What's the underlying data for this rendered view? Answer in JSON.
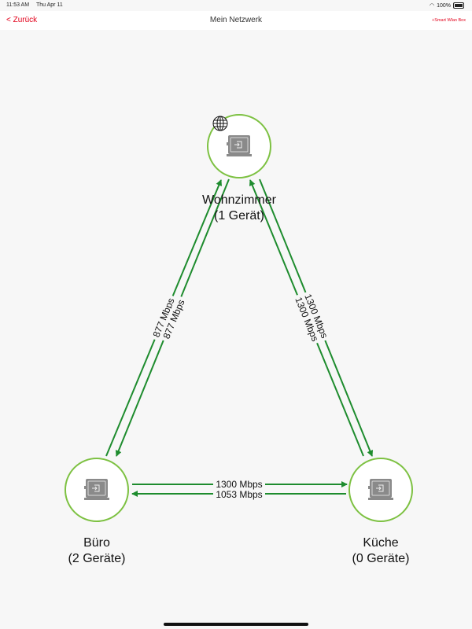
{
  "status": {
    "time": "11:53 AM",
    "date": "Thu Apr 11",
    "battery": "100%"
  },
  "nav": {
    "back": "< Zurück",
    "title": "Mein Netzwerk",
    "add": "+Smart Wlan Box"
  },
  "nodes": [
    {
      "name": "Wohnzimmer",
      "devices": "(1 Gerät)",
      "internet": true
    },
    {
      "name": "Büro",
      "devices": "(2 Geräte)"
    },
    {
      "name": "Küche",
      "devices": "(0 Geräte)"
    }
  ],
  "links": {
    "buero_to_wohnzimmer": "877 Mbps",
    "wohnzimmer_to_buero": "877 Mbps",
    "kueche_to_wohnzimmer": "1300 Mbps",
    "wohnzimmer_to_kueche": "1300 Mbps",
    "buero_to_kueche": "1300 Mbps",
    "kueche_to_buero": "1053 Mbps"
  },
  "colors": {
    "accent": "#e2001a",
    "node_ring": "#7dc142",
    "link": "#1e8c2e"
  }
}
